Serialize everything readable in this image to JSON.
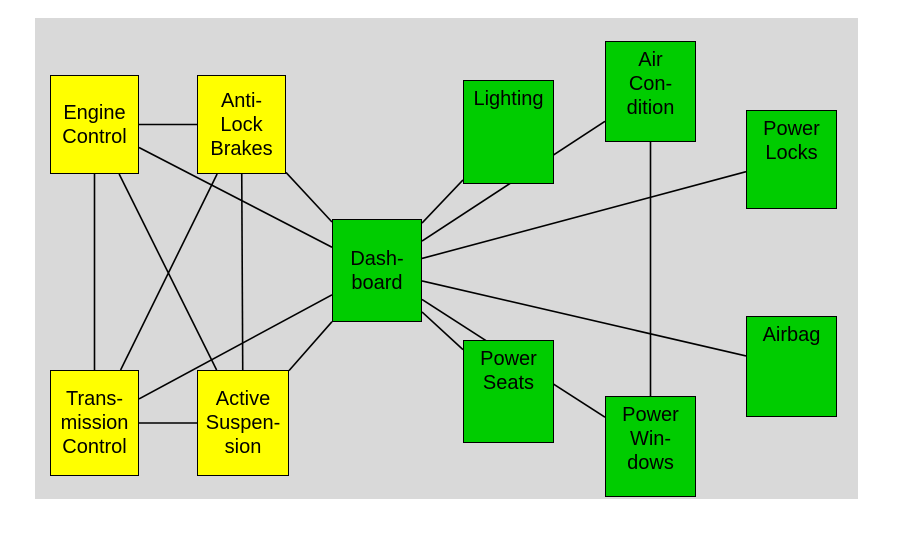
{
  "colors": {
    "background": "#d9d9d9",
    "existing_system": "#ffff00",
    "new_system": "#00cc00",
    "border": "#000000",
    "line": "#000000"
  },
  "nodes": {
    "engine_control": "Engine\nControl",
    "anti_lock_brakes": "Anti-\nLock\nBrakes",
    "transmission_control": "Trans-\nmission\nControl",
    "active_suspension": "Active\nSuspen-\nsion",
    "dashboard": "Dash-\nboard",
    "lighting": "Lighting",
    "air_condition": "Air\nCon-\ndition",
    "power_locks": "Power\nLocks",
    "power_seats": "Power\nSeats",
    "airbag": "Airbag",
    "power_windows": "Power\nWin-\ndows"
  },
  "connections": [
    [
      "engine_control",
      "anti_lock_brakes"
    ],
    [
      "engine_control",
      "transmission_control"
    ],
    [
      "engine_control",
      "active_suspension"
    ],
    [
      "engine_control",
      "dashboard"
    ],
    [
      "anti_lock_brakes",
      "transmission_control"
    ],
    [
      "anti_lock_brakes",
      "active_suspension"
    ],
    [
      "anti_lock_brakes",
      "dashboard"
    ],
    [
      "transmission_control",
      "active_suspension"
    ],
    [
      "transmission_control",
      "dashboard"
    ],
    [
      "active_suspension",
      "dashboard"
    ],
    [
      "dashboard",
      "lighting"
    ],
    [
      "dashboard",
      "air_condition"
    ],
    [
      "dashboard",
      "power_locks"
    ],
    [
      "dashboard",
      "power_seats"
    ],
    [
      "dashboard",
      "airbag"
    ],
    [
      "dashboard",
      "power_windows"
    ],
    [
      "air_condition",
      "power_windows"
    ]
  ]
}
